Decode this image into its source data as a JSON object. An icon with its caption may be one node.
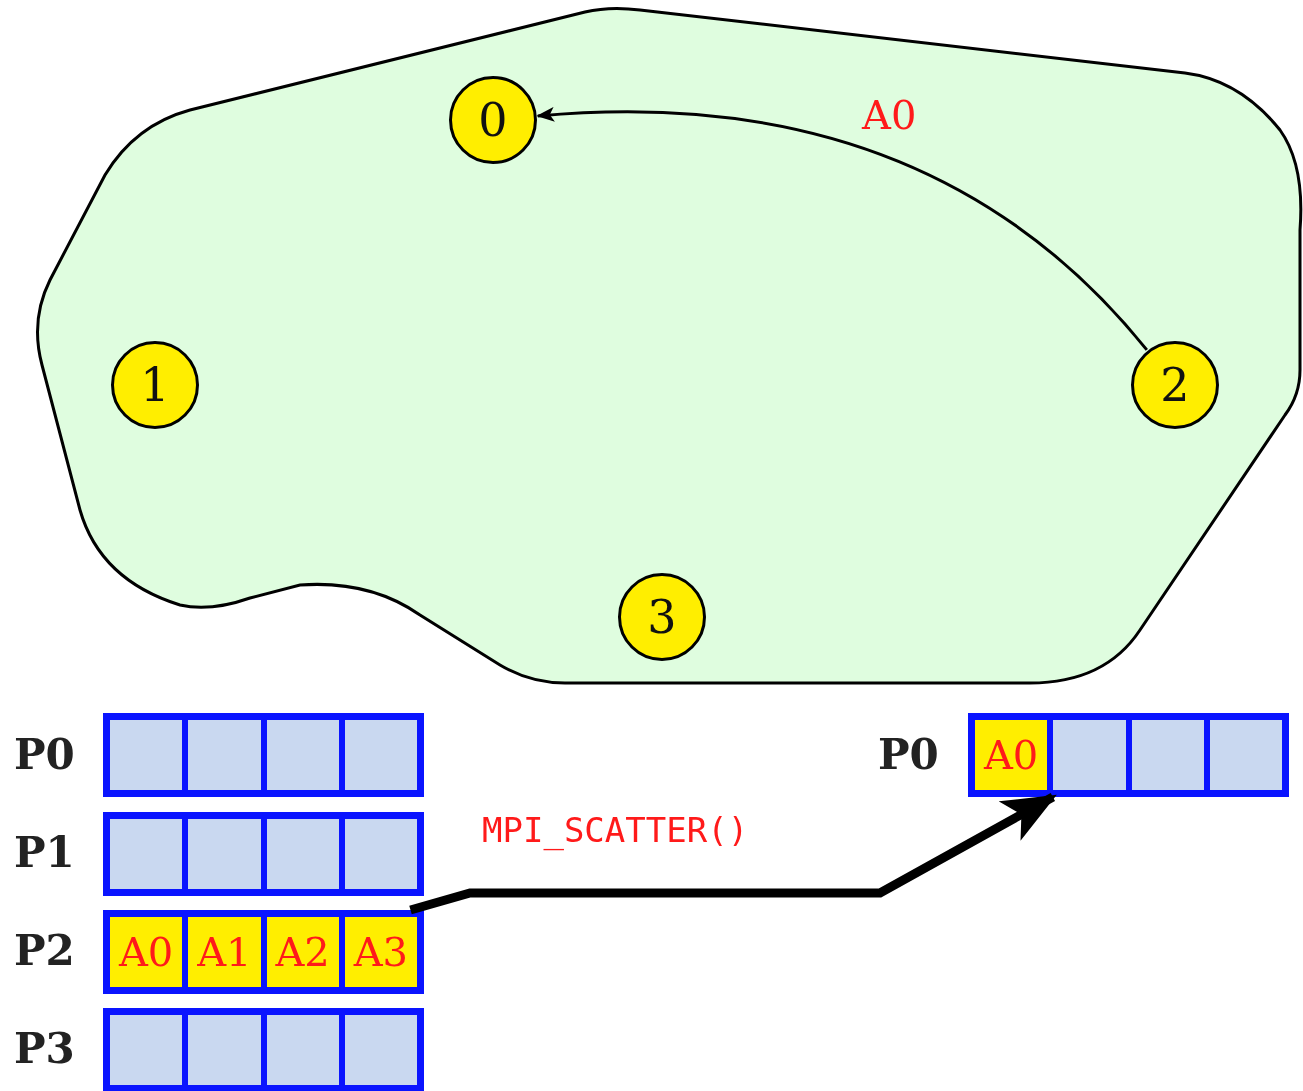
{
  "diagram": {
    "nodes": [
      {
        "text": [],
        "shape": "cloud"
      },
      {
        "text": [
          "0"
        ],
        "in": 0
      },
      {
        "text": [
          "1"
        ],
        "in": 0
      },
      {
        "text": [
          "2"
        ],
        "in": 0
      },
      {
        "text": [
          "3"
        ],
        "in": 0
      },
      {
        "text": [],
        "shape": "box",
        "beside": [
          "P0"
        ]
      },
      {
        "text": [],
        "shape": "box",
        "in": 5
      },
      {
        "text": [],
        "shape": "box",
        "in": 5
      },
      {
        "text": [],
        "shape": "box",
        "in": 5
      },
      {
        "text": [],
        "shape": "box",
        "in": 5
      },
      {
        "text": [],
        "shape": "box",
        "beside": [
          "P1"
        ]
      },
      {
        "text": [],
        "shape": "box",
        "in": 10
      },
      {
        "text": [],
        "shape": "box",
        "in": 10
      },
      {
        "text": [],
        "shape": "box",
        "in": 10
      },
      {
        "text": [],
        "shape": "box",
        "in": 10
      },
      {
        "text": [],
        "shape": "box",
        "beside": [
          "P2"
        ]
      },
      {
        "text": [
          "A0"
        ],
        "in": 15
      },
      {
        "text": [
          "A1"
        ],
        "in": 15
      },
      {
        "text": [
          "A2"
        ],
        "in": 15
      },
      {
        "text": [
          "A3"
        ],
        "in": 15
      },
      {
        "text": [],
        "shape": "box",
        "beside": [
          "P3"
        ]
      },
      {
        "text": [],
        "shape": "box",
        "in": 20
      },
      {
        "text": [],
        "shape": "box",
        "in": 20
      },
      {
        "text": [],
        "shape": "box",
        "in": 20
      },
      {
        "text": [],
        "shape": "box",
        "in": 20
      },
      {
        "text": [],
        "shape": "box",
        "beside": [
          "P0"
        ]
      },
      {
        "text": [
          "A0"
        ],
        "in": 25
      },
      {
        "text": [],
        "shape": "box",
        "in": 25
      },
      {
        "text": [],
        "shape": "box",
        "in": 25
      },
      {
        "text": [],
        "shape": "box",
        "in": 25
      }
    ],
    "edges": [
      {
        "from": 3,
        "to": 1,
        "arrow": "to",
        "label": "A0"
      },
      {
        "from": 15,
        "to": 25,
        "arrow": "to",
        "label": "MPI_SCATTER()",
        "style": "thick"
      }
    ]
  }
}
